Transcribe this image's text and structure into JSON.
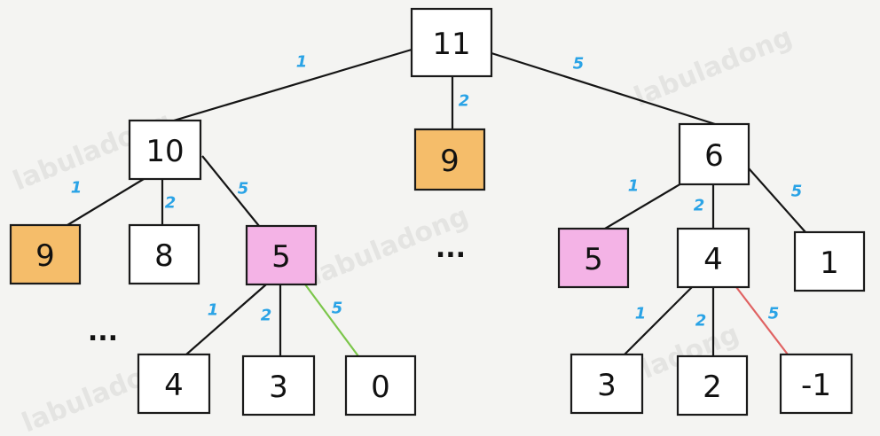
{
  "watermark_text": "labuladong",
  "colors": {
    "highlight_orange": "#f5bd6a",
    "highlight_pink": "#f4b3e6",
    "default_fill": "#ffffff",
    "edge_default": "#151515",
    "edge_green": "#7bc64a",
    "edge_red": "#e06262",
    "edge_label": "#2aa3e6"
  },
  "nodes": [
    {
      "id": "root",
      "label": "11",
      "fill": "default"
    },
    {
      "id": "n-10",
      "label": "10",
      "fill": "default"
    },
    {
      "id": "n-9-mid",
      "label": "9",
      "fill": "orange"
    },
    {
      "id": "n-6",
      "label": "6",
      "fill": "default"
    },
    {
      "id": "n-9-left",
      "label": "9",
      "fill": "orange"
    },
    {
      "id": "n-8",
      "label": "8",
      "fill": "default"
    },
    {
      "id": "n-5-left",
      "label": "5",
      "fill": "pink"
    },
    {
      "id": "n-5-right",
      "label": "5",
      "fill": "pink"
    },
    {
      "id": "n-4-right",
      "label": "4",
      "fill": "default"
    },
    {
      "id": "n-1",
      "label": "1",
      "fill": "default"
    },
    {
      "id": "n-4-left",
      "label": "4",
      "fill": "default"
    },
    {
      "id": "n-3-left",
      "label": "3",
      "fill": "default"
    },
    {
      "id": "n-0",
      "label": "0",
      "fill": "default"
    },
    {
      "id": "n-3-right",
      "label": "3",
      "fill": "default"
    },
    {
      "id": "n-2",
      "label": "2",
      "fill": "default"
    },
    {
      "id": "n-neg1",
      "label": "-1",
      "fill": "default"
    }
  ],
  "edges": [
    {
      "from": "root",
      "to": "n-10",
      "label": "1",
      "color": "default"
    },
    {
      "from": "root",
      "to": "n-9-mid",
      "label": "2",
      "color": "default"
    },
    {
      "from": "root",
      "to": "n-6",
      "label": "5",
      "color": "default"
    },
    {
      "from": "n-10",
      "to": "n-9-left",
      "label": "1",
      "color": "default"
    },
    {
      "from": "n-10",
      "to": "n-8",
      "label": "2",
      "color": "default"
    },
    {
      "from": "n-10",
      "to": "n-5-left",
      "label": "5",
      "color": "default"
    },
    {
      "from": "n-6",
      "to": "n-5-right",
      "label": "1",
      "color": "default"
    },
    {
      "from": "n-6",
      "to": "n-4-right",
      "label": "2",
      "color": "default"
    },
    {
      "from": "n-6",
      "to": "n-1",
      "label": "5",
      "color": "default"
    },
    {
      "from": "n-5-left",
      "to": "n-4-left",
      "label": "1",
      "color": "default"
    },
    {
      "from": "n-5-left",
      "to": "n-3-left",
      "label": "2",
      "color": "default"
    },
    {
      "from": "n-5-left",
      "to": "n-0",
      "label": "5",
      "color": "green"
    },
    {
      "from": "n-4-right",
      "to": "n-3-right",
      "label": "1",
      "color": "default"
    },
    {
      "from": "n-4-right",
      "to": "n-2",
      "label": "2",
      "color": "default"
    },
    {
      "from": "n-4-right",
      "to": "n-neg1",
      "label": "5",
      "color": "red"
    }
  ],
  "ellipses": [
    {
      "id": "ellipsis-middle",
      "text": "..."
    },
    {
      "id": "ellipsis-left",
      "text": "..."
    }
  ]
}
